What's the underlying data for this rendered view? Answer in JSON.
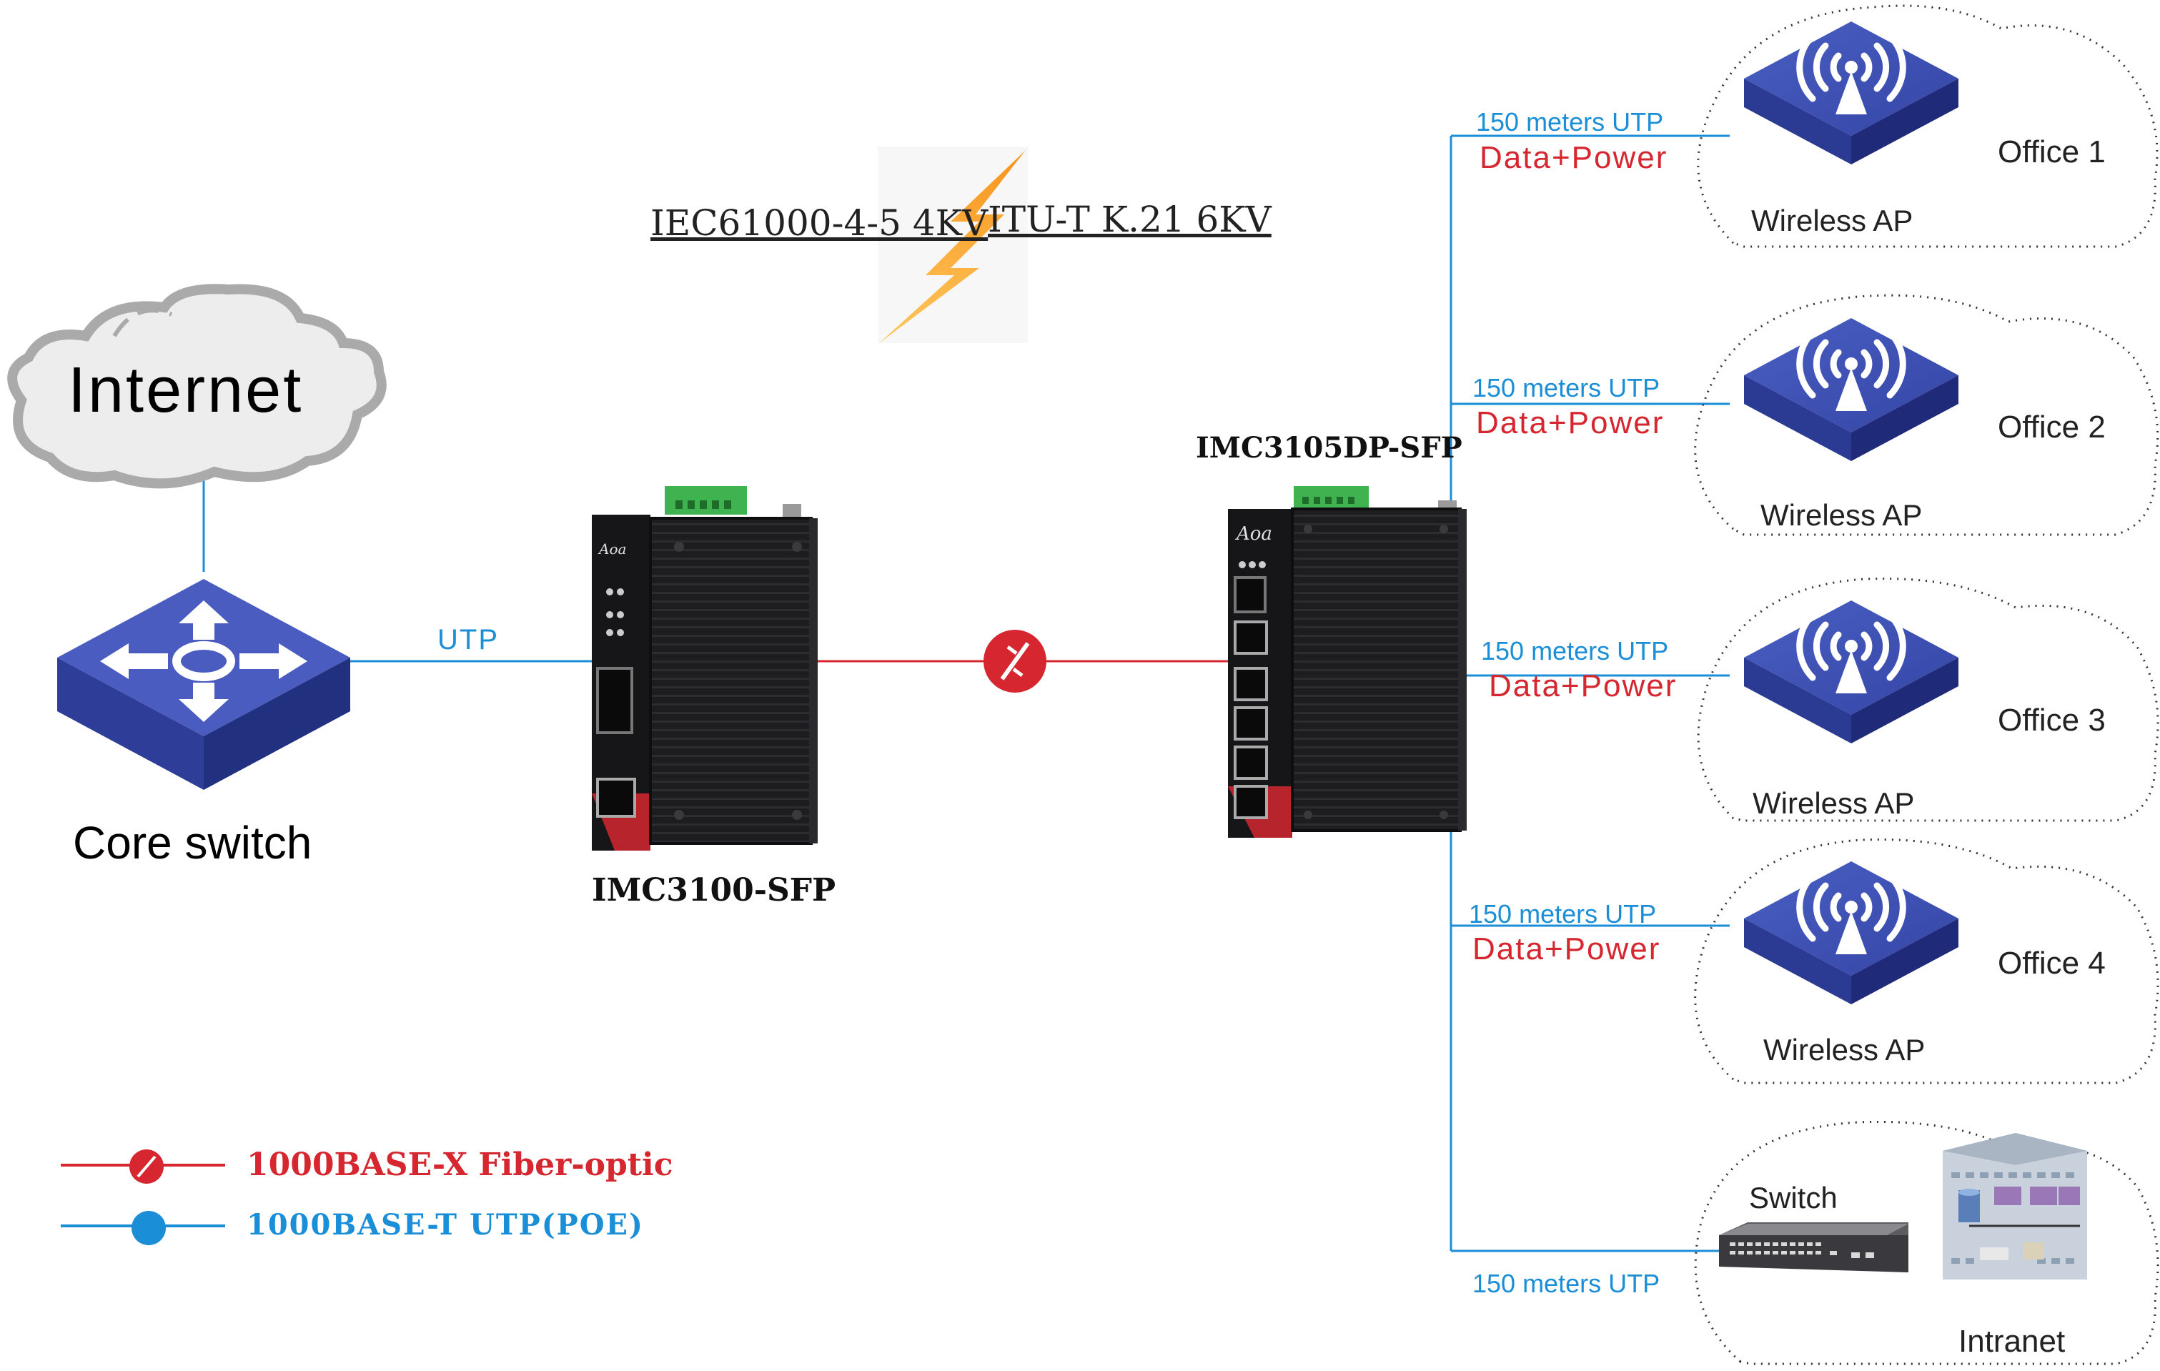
{
  "internet": {
    "label": "Internet"
  },
  "core_switch": {
    "label": "Core switch"
  },
  "uplink": {
    "label": "UTP"
  },
  "surge": {
    "iec": "IEC61000-4-5 4KV",
    "itu": "ITU-T  K.21 6KV"
  },
  "devices": {
    "media_converter": {
      "label": "IMC3100-SFP",
      "brand": "Aoa"
    },
    "poe_switch": {
      "label": "IMC3105DP-SFP",
      "brand": "Aoa"
    }
  },
  "offices": [
    {
      "cable": "150 meters UTP",
      "payload": "Data+Power",
      "device": "Wireless AP",
      "name": "Office 1"
    },
    {
      "cable": "150 meters UTP",
      "payload": "Data+Power",
      "device": "Wireless AP",
      "name": "Office 2"
    },
    {
      "cable": "150 meters UTP",
      "payload": "Data+Power",
      "device": "Wireless AP",
      "name": "Office 3"
    },
    {
      "cable": "150 meters UTP",
      "payload": "Data+Power",
      "device": "Wireless AP",
      "name": "Office 4"
    }
  ],
  "intranet": {
    "cable": "150 meters UTP",
    "device": "Switch",
    "name": "Intranet"
  },
  "legend": {
    "fiber": "1000BASE-X  Fiber-optic",
    "utp": "1000BASE-T UTP(POE)"
  },
  "colors": {
    "fiber": "#d6262f",
    "utp": "#1a8ed6",
    "ap_blue": "#3e52b0",
    "ap_dark": "#24338a",
    "device_black": "#1c1c1e"
  },
  "icons": [
    "cloud-icon",
    "router-arrows-icon",
    "lightning-icon",
    "fiber-connector-icon",
    "wireless-ap-icon",
    "building-icon",
    "switch-icon"
  ]
}
